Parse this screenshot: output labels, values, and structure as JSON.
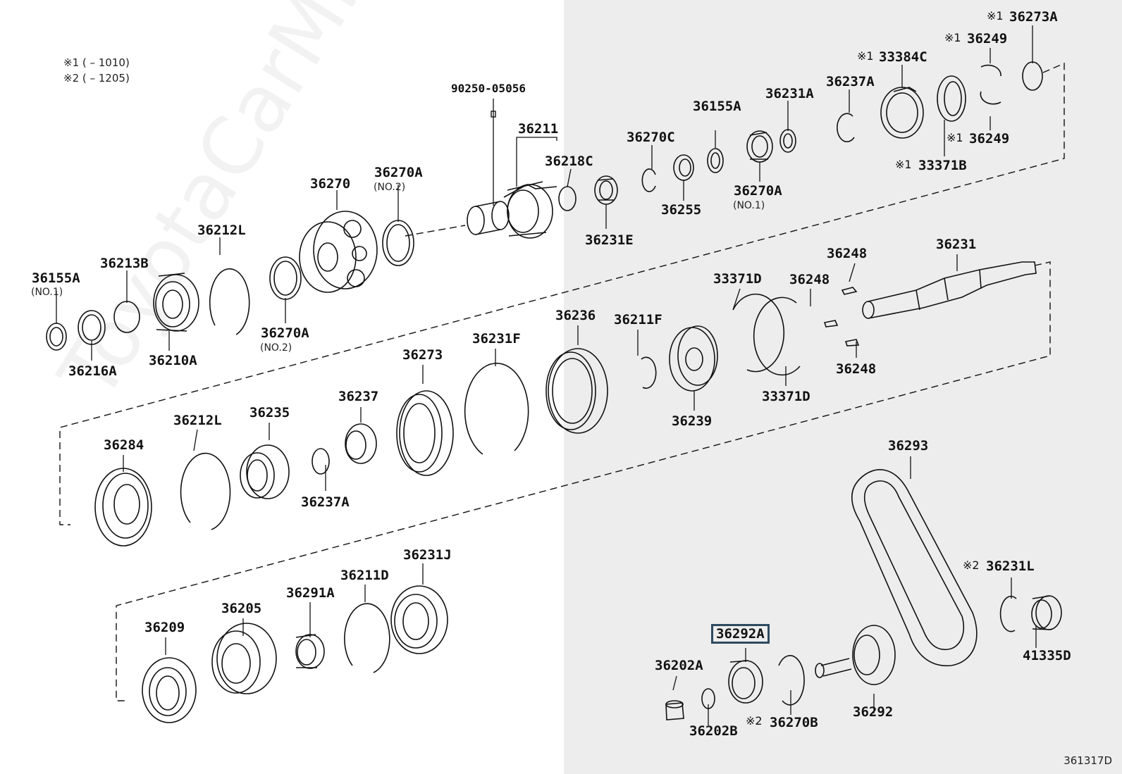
{
  "watermark": "ToyotaCarMine.ru",
  "legend": {
    "note1": "※1 (        – 1010)",
    "note2": "※2 (        – 1205)"
  },
  "diagram_code": "361317D",
  "highlighted": "36292A",
  "parts": {
    "p90250_05056": "90250-05056",
    "p36211": "36211",
    "p36218C": "36218C",
    "p36270C": "36270C",
    "p36155A_top": "36155A",
    "p36231A": "36231A",
    "p36237A_top": "36237A",
    "p33384C": "33384C",
    "p36249_top": "36249",
    "p36273A": "36273A",
    "p36249_bot": "36249",
    "p33371B": "33371B",
    "p36255": "36255",
    "p36270A_no1": "36270A",
    "no1_a": "(NO.1)",
    "p36231E": "36231E",
    "p36270": "36270",
    "p36270A_top": "36270A",
    "no2_top": "(NO.2)",
    "p36212L_top": "36212L",
    "p36213B": "36213B",
    "p36155A_left": "36155A",
    "no1_b": "(NO.1)",
    "p36216A": "36216A",
    "p36210A": "36210A",
    "p36270A_mid": "36270A",
    "no2_mid": "(NO.2)",
    "p36231": "36231",
    "p36248_a": "36248",
    "p36248_b": "36248",
    "p36248_c": "36248",
    "p33371D_top": "33371D",
    "p33371D_bot": "33371D",
    "p36236": "36236",
    "p36211F": "36211F",
    "p36239": "36239",
    "p36273": "36273",
    "p36231F": "36231F",
    "p36237": "36237",
    "p36235": "36235",
    "p36212L_mid": "36212L",
    "p36284": "36284",
    "p36237A_mid": "36237A",
    "p36293": "36293",
    "p36231L": "36231L",
    "p41335D": "41335D",
    "p36231J": "36231J",
    "p36211D": "36211D",
    "p36291A": "36291A",
    "p36205": "36205",
    "p36209": "36209",
    "p36292A": "36292A",
    "p36202A": "36202A",
    "p36202B": "36202B",
    "p36270B": "36270B",
    "p36292": "36292"
  },
  "marks": {
    "m1": "※1",
    "m2": "※2"
  }
}
